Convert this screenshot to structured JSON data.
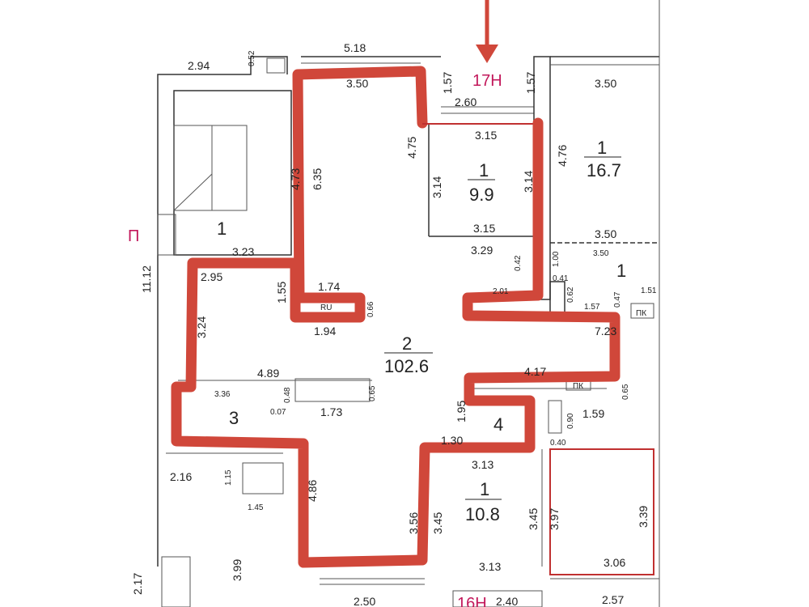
{
  "plan": {
    "entrance_top_label": "17Н",
    "entrance_bottom_label": "16Н",
    "side_marker": "П",
    "watermark": "RU",
    "dimensions": [
      "5.18",
      "2.94",
      "0.52",
      "3.50",
      "1.57",
      "1.57",
      "2.60",
      "3.15",
      "4.75",
      "4.76",
      "3.50",
      "3.14",
      "3.14",
      "3.15",
      "3.29",
      "3.50",
      "4.73",
      "6.35",
      "3.23",
      "11.12",
      "2.95",
      "1.55",
      "1.74",
      "1.94",
      "2.01",
      "1.51",
      "1.57",
      "3.24",
      "7.23",
      "4.89",
      "4.17",
      "3.36",
      "1.73",
      "0.65",
      "1.95",
      "1.59",
      "1.30",
      "3.13",
      "2.16",
      "1.15",
      "1.45",
      "4.86",
      "3.56",
      "3.45",
      "3.45",
      "3.97",
      "3.39",
      "3.99",
      "3.13",
      "3.06",
      "2.17",
      "2.50",
      "2.40",
      "2.57",
      "0.65",
      "0.42",
      "0.66",
      "0.48",
      "0.07",
      "0.90",
      "0.40",
      "3.50",
      "0.41",
      "0.62",
      "0.47",
      "1.00"
    ],
    "rooms": [
      {
        "number": "1",
        "area": "16.7"
      },
      {
        "number": "1",
        "area": "9.9"
      },
      {
        "number": "2",
        "area": "102.6"
      },
      {
        "number": "1",
        "area": "10.8"
      },
      {
        "number": "1",
        "area": ""
      },
      {
        "number": "3",
        "area": ""
      },
      {
        "number": "4",
        "area": ""
      },
      {
        "number": "1",
        "area": ""
      }
    ],
    "fixtures": [
      "ПК",
      "ПК"
    ],
    "colors": {
      "outline": "#d0473a",
      "marker": "#c2185b"
    }
  }
}
